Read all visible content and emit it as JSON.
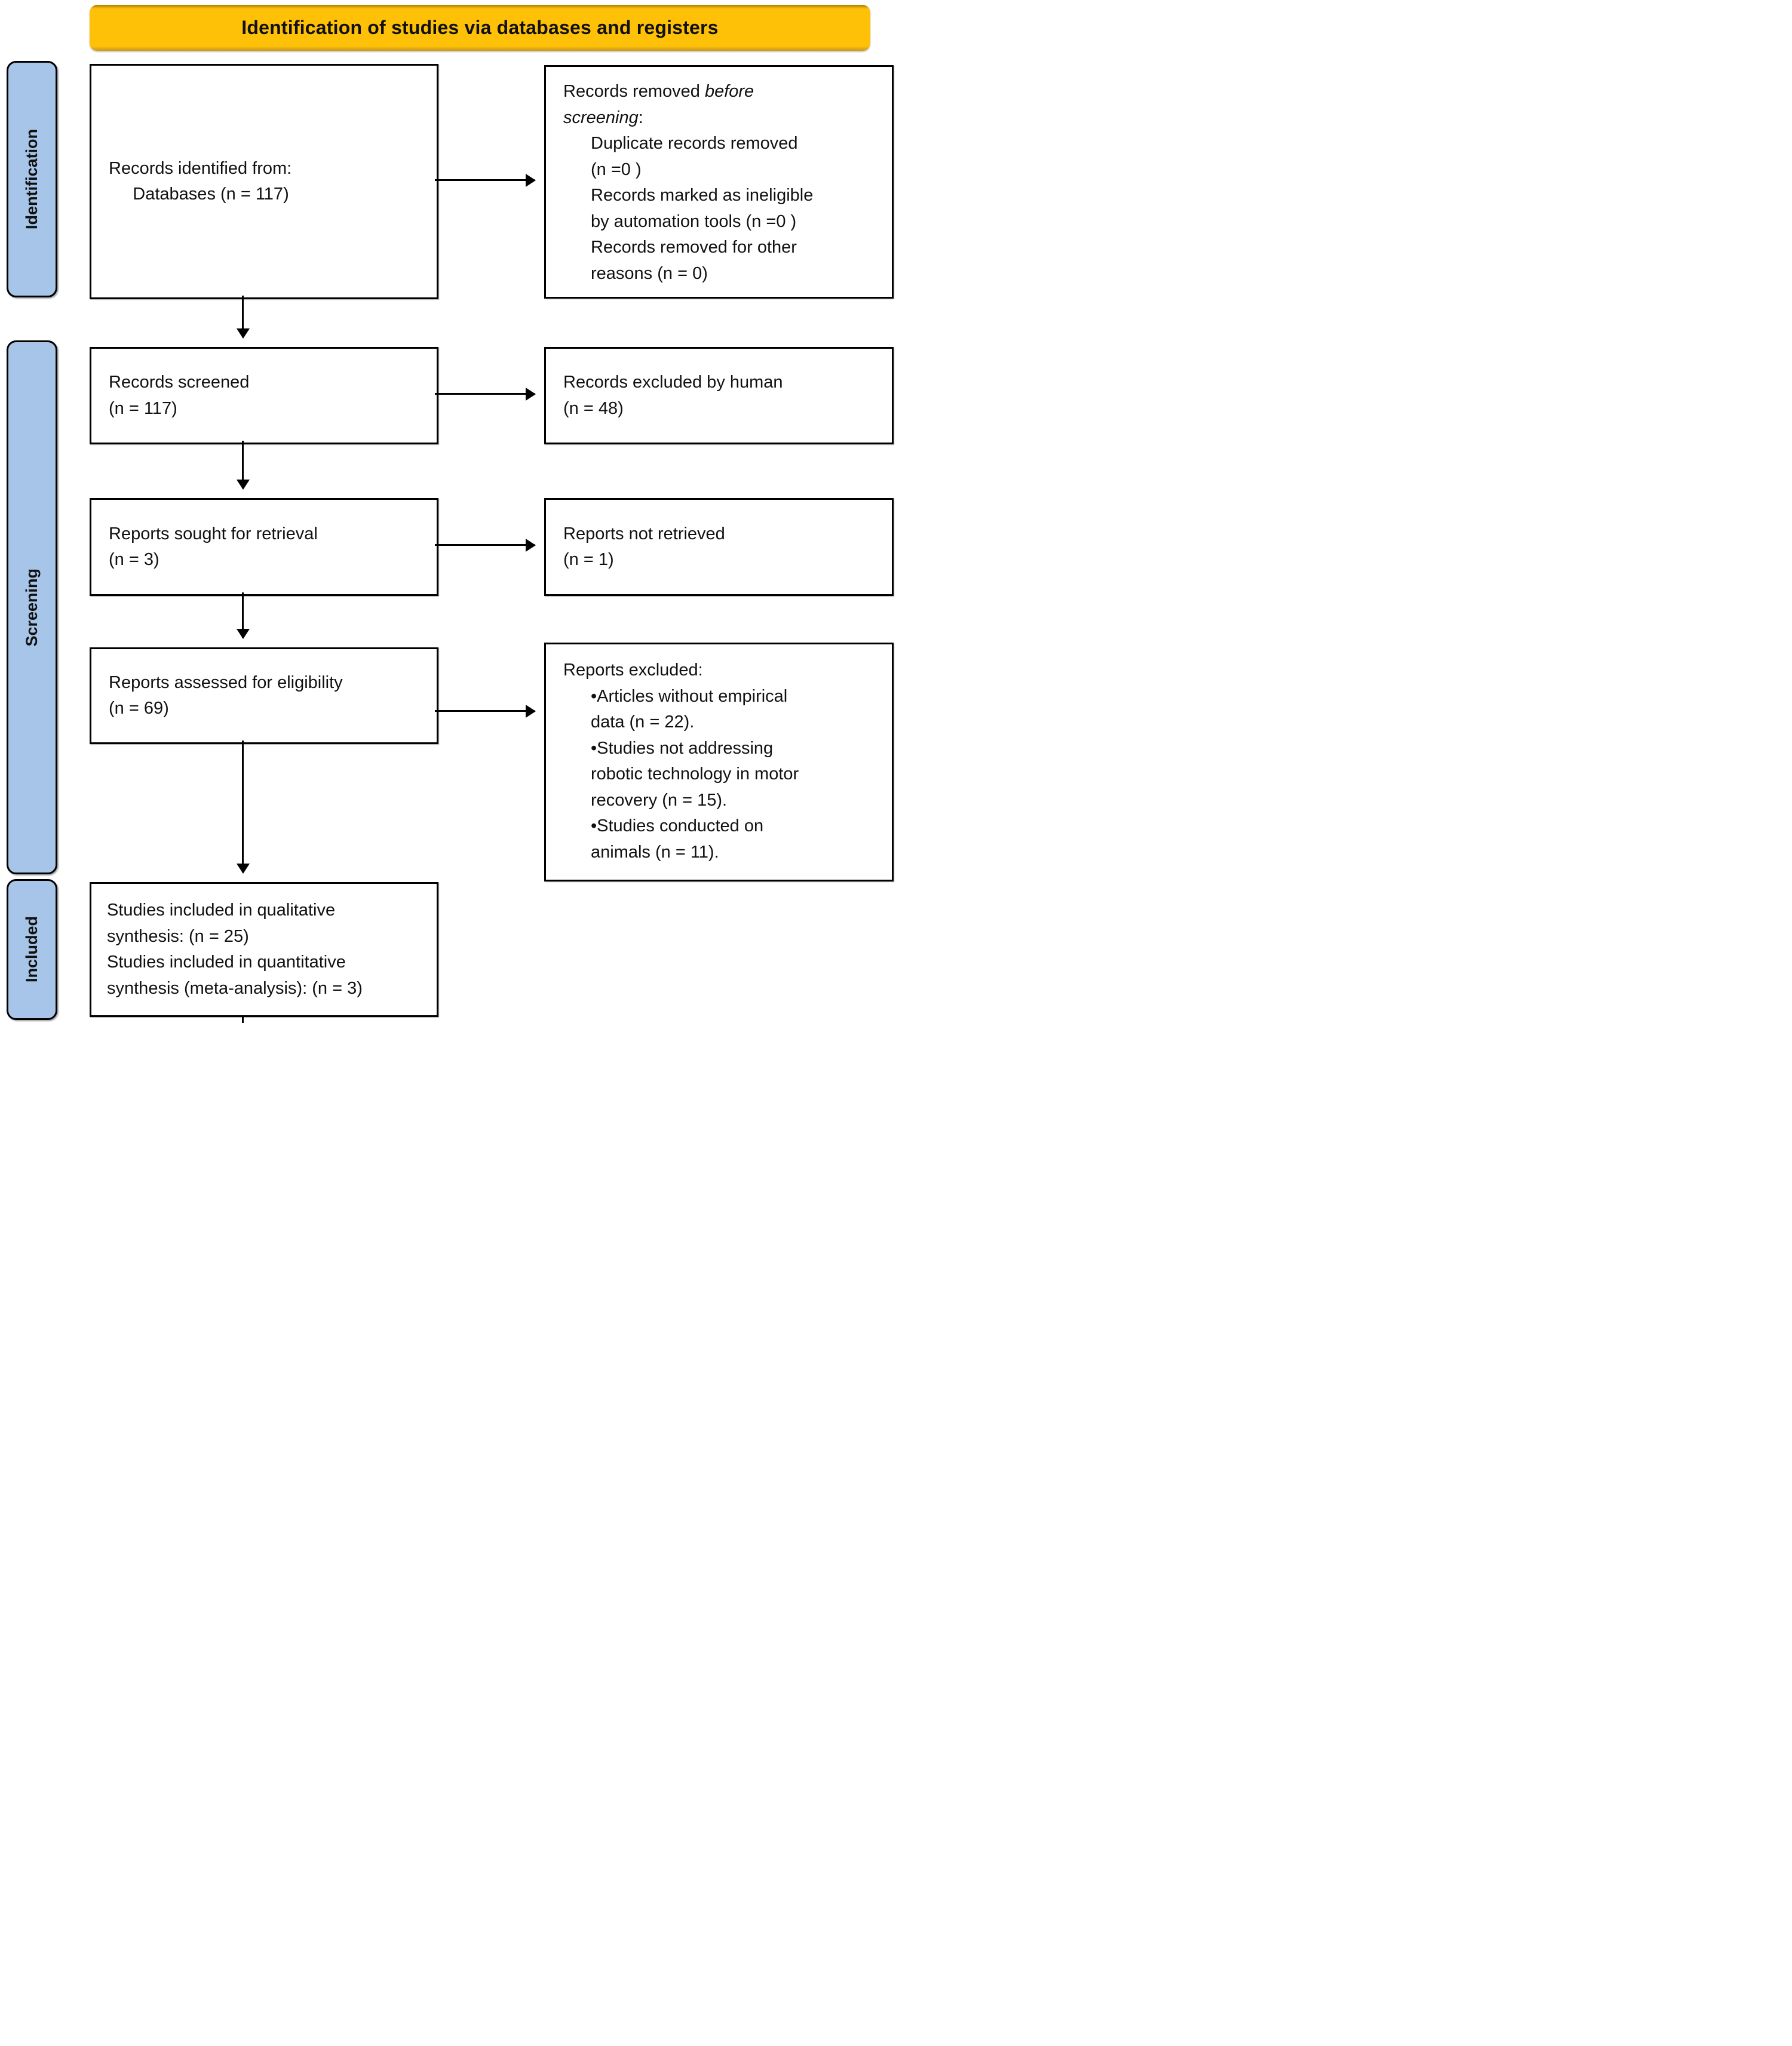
{
  "header": {
    "title": "Identification of studies via databases and registers"
  },
  "colors": {
    "header_bg": "#FFC107",
    "sidebar_bg": "#A6C5E8",
    "line": "#000000",
    "text": "#111111"
  },
  "sidebar": {
    "identification": "Identification",
    "screening": "Screening",
    "included": "Included"
  },
  "flow": {
    "records_identified": "Records identified from:\n     Databases (n = 117)",
    "records_screened": "Records screened\n(n = 117)",
    "reports_sought": "Reports sought for retrieval\n(n = 3)",
    "reports_assessed": "Reports assessed for eligibility\n(n = 69)",
    "studies_included": "Studies included in qualitative\nsynthesis: (n = 25)\nStudies included in quantitative\nsynthesis (meta-analysis): (n = 3)"
  },
  "exclusions": {
    "removed_before": {
      "prefix": "Records removed ",
      "italic_line1": "before",
      "italic_line2": "screening",
      "suffix": ":",
      "items": "Duplicate records removed\n(n =0 )\nRecords marked as ineligible\nby automation tools (n =0 )\nRecords removed for other\nreasons (n = 0)"
    },
    "excluded_by_human": "Records excluded by human\n(n = 48)",
    "not_retrieved": "Reports not retrieved\n(n = 1)",
    "reports_excluded": {
      "title": "Reports excluded:",
      "items": "•Articles without empirical\ndata (n = 22).\n•Studies not addressing\nrobotic technology in motor\nrecovery (n = 15).\n•Studies conducted on\nanimals (n = 11)."
    }
  }
}
